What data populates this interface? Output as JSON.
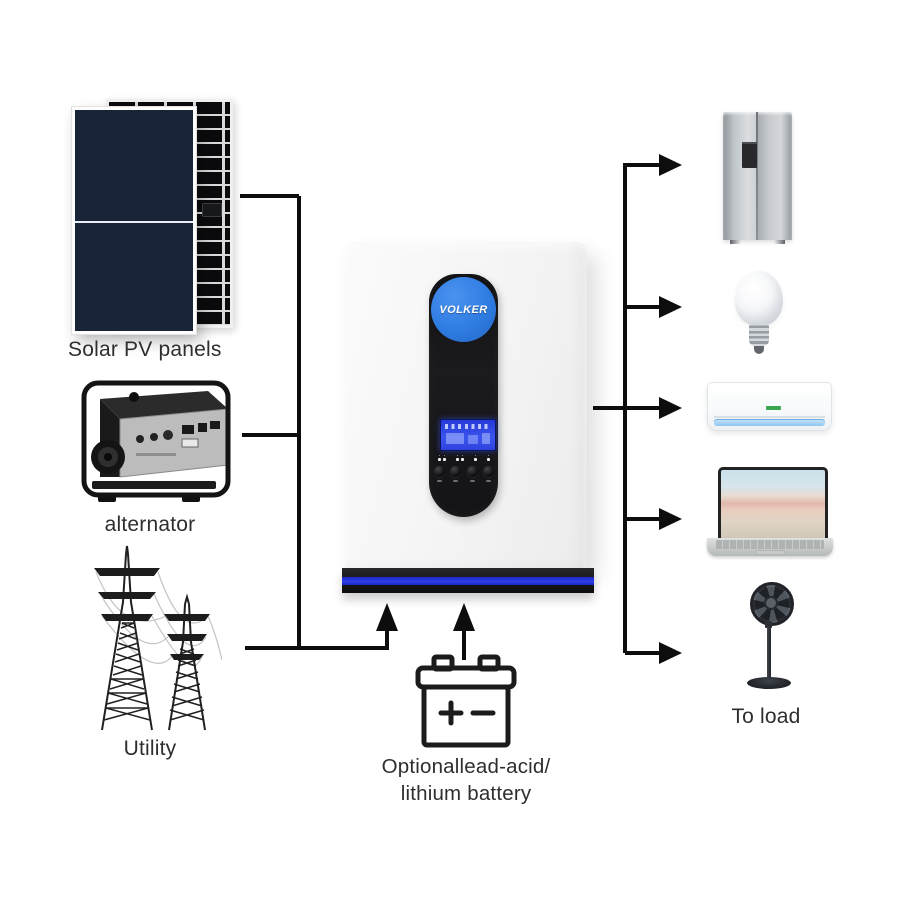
{
  "inverter": {
    "brand": "VOLKER"
  },
  "sources": [
    {
      "id": "solar-pv-panels",
      "label": "Solar PV panels"
    },
    {
      "id": "alternator",
      "label": "alternator"
    },
    {
      "id": "utility",
      "label": "Utility"
    }
  ],
  "battery": {
    "label_line1": "Optionallead-acid/",
    "label_line2": "lithium battery"
  },
  "loads": {
    "label": "To load",
    "devices": [
      "refrigerator",
      "light bulb",
      "air conditioner",
      "laptop",
      "pedestal fan"
    ]
  },
  "flows": [
    {
      "from": "Solar PV panels",
      "to": "inverter"
    },
    {
      "from": "alternator",
      "to": "inverter"
    },
    {
      "from": "Utility",
      "to": "inverter"
    },
    {
      "from": "battery",
      "to": "inverter"
    },
    {
      "from": "inverter",
      "to": "To load"
    }
  ],
  "colors": {
    "logo_blue": "#2f7ce2",
    "inverter_stripe_blue": "#2e3ee6",
    "lcd_blue": "#3c54ee",
    "ac_stripe_blue": "#8fc6ef",
    "ac_logo_green": "#3aa74f",
    "line_black": "#0d0d0d",
    "label_gray": "#2e2e2e"
  }
}
